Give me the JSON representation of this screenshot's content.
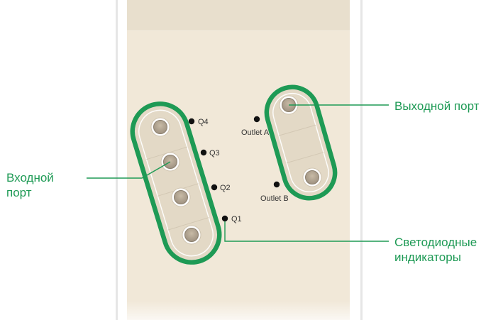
{
  "device": {
    "port_labels": [
      "Q4",
      "Q3",
      "Q2",
      "Q1",
      "Outlet A",
      "Outlet B"
    ]
  },
  "callouts": {
    "inlet": [
      "Входной",
      "порт"
    ],
    "outlet": "Выходной порт",
    "leds": [
      "Светодиодные",
      "индикаторы"
    ]
  },
  "colors": {
    "panel": "#f1e8d8",
    "band": "#e3d9c6",
    "accent_green": "#1e9a55",
    "led": "#111111"
  }
}
